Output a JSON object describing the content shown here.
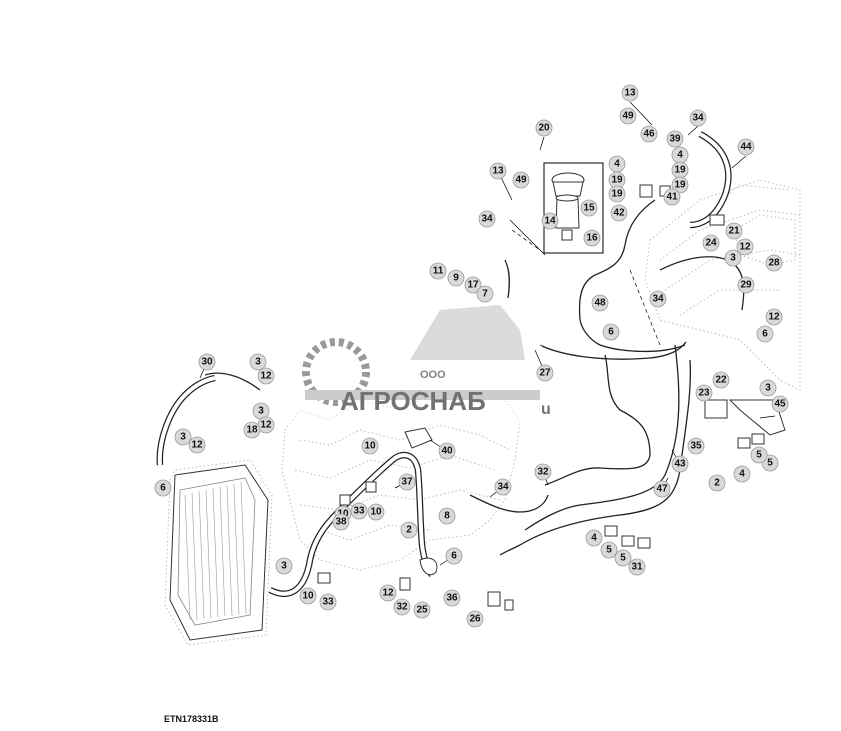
{
  "drawing_reference": "ETN178331B",
  "watermark": {
    "company_prefix": "ООО",
    "company_name": "АГРОСНАБ",
    "suffix": "u"
  },
  "callouts": [
    "13",
    "49",
    "46",
    "39",
    "34",
    "44",
    "20",
    "4",
    "4",
    "19",
    "19",
    "19",
    "19",
    "42",
    "41",
    "13",
    "49",
    "15",
    "34",
    "14",
    "16",
    "21",
    "24",
    "12",
    "3",
    "28",
    "29",
    "12",
    "6",
    "11",
    "9",
    "17",
    "7",
    "48",
    "34",
    "6",
    "27",
    "22",
    "23",
    "3",
    "45",
    "35",
    "4",
    "5",
    "5",
    "2",
    "43",
    "47",
    "30",
    "3",
    "12",
    "3",
    "12",
    "3",
    "12",
    "18",
    "10",
    "40",
    "37",
    "10",
    "33",
    "10",
    "38",
    "8",
    "34",
    "32",
    "2",
    "4",
    "5",
    "5",
    "31",
    "6",
    "6",
    "3",
    "10",
    "33",
    "12",
    "32",
    "25",
    "36",
    "26"
  ]
}
